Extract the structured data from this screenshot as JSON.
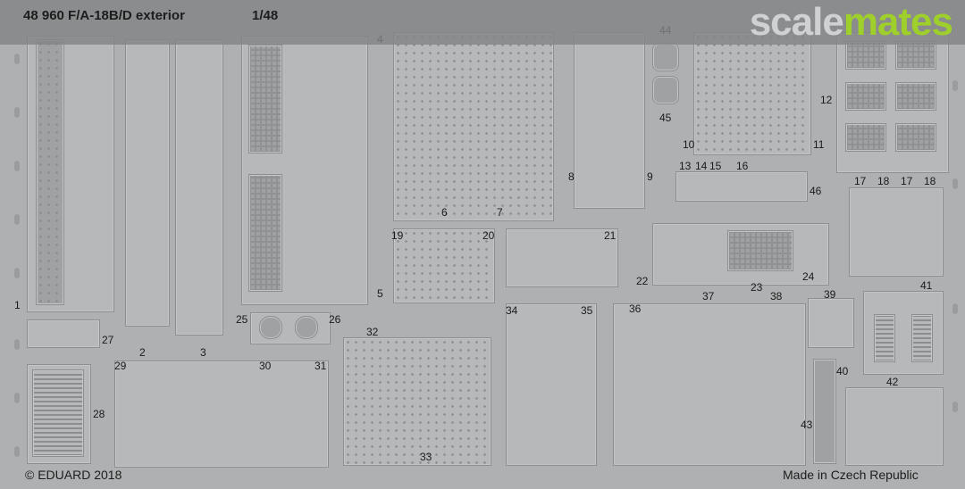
{
  "header": {
    "title": "48 960  F/A-18B/D exterior",
    "scale": "1/48",
    "brand_part1": "scale",
    "brand_part2": "mates"
  },
  "footer": {
    "copyright": "© EDUARD 2018",
    "origin": "Made in Czech Republic"
  },
  "part_numbers": [
    "1",
    "2",
    "3",
    "4",
    "5",
    "6",
    "7",
    "8",
    "9",
    "10",
    "11",
    "12",
    "13",
    "14",
    "15",
    "16",
    "17",
    "18",
    "17",
    "18",
    "19",
    "20",
    "21",
    "22",
    "23",
    "24",
    "25",
    "26",
    "27",
    "28",
    "29",
    "30",
    "31",
    "32",
    "33",
    "34",
    "35",
    "36",
    "37",
    "38",
    "39",
    "40",
    "41",
    "42",
    "43",
    "44",
    "45",
    "46"
  ],
  "colors": {
    "brass_fret": "#aeb0b1",
    "brand_green": "#9fcf2a",
    "header_band": "#828485"
  }
}
